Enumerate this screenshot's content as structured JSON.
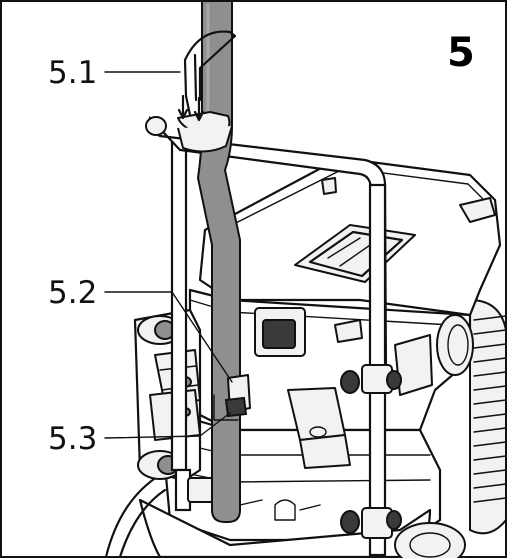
{
  "figure": {
    "number": "5",
    "callouts": [
      {
        "id": "callout-5-1",
        "text": "5.1"
      },
      {
        "id": "callout-5-2",
        "text": "5.2"
      },
      {
        "id": "callout-5-3",
        "text": "5.3"
      }
    ]
  }
}
